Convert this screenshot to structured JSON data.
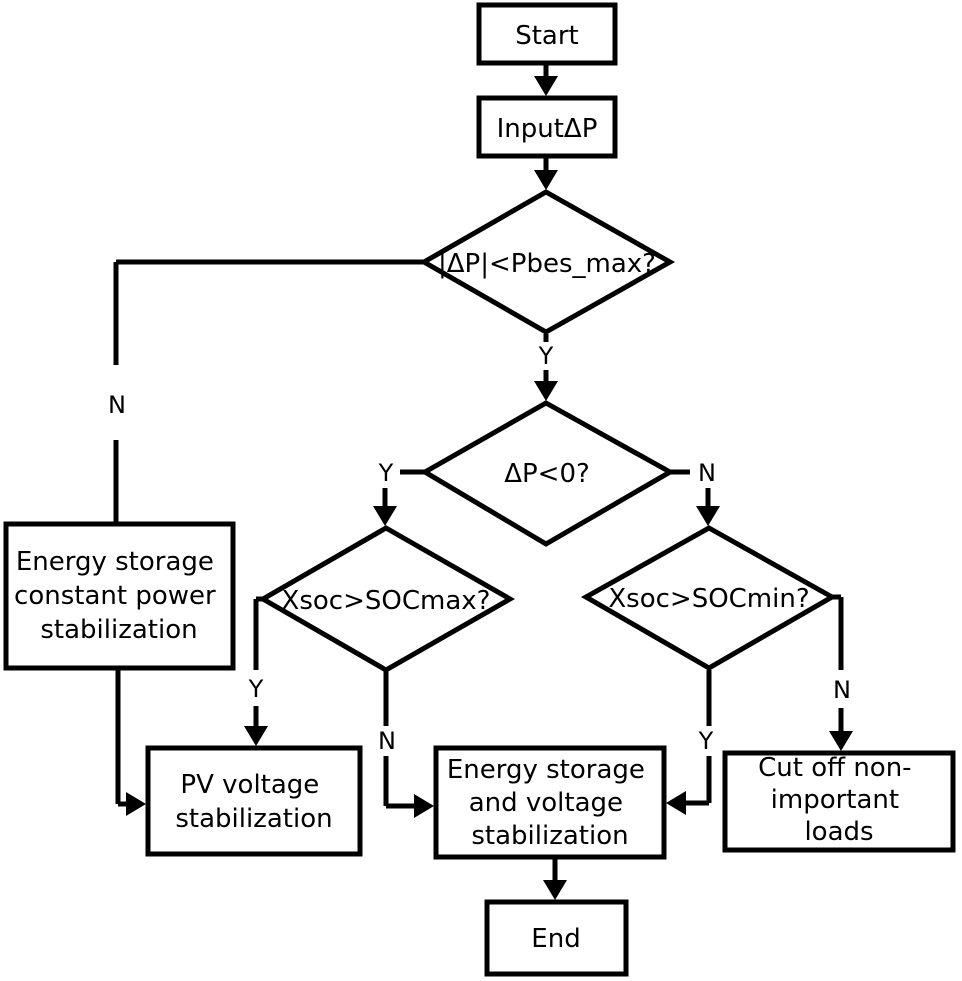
{
  "nodes": {
    "start": [
      "Start"
    ],
    "input": [
      "InputΔP"
    ],
    "check_pbes": [
      "|ΔP|<Pbes_max?"
    ],
    "check_dp": [
      "ΔP<0?"
    ],
    "check_socmax": [
      "Xsoc>SOCmax?"
    ],
    "check_socmin": [
      "Xsoc>SOCmin?"
    ],
    "es_constant": [
      "Energy storage",
      "constant power",
      "stabilization"
    ],
    "pv_voltage": [
      "PV voltage",
      "stabilization"
    ],
    "es_voltage": [
      "Energy storage",
      "and voltage",
      "stabilization"
    ],
    "cut_off": [
      "Cut off non-",
      "important",
      "loads"
    ],
    "end": [
      "End"
    ]
  },
  "edge_labels": {
    "pbes_yes": "Y",
    "pbes_no": "N",
    "dp_yes": "Y",
    "dp_no": "N",
    "socmax_yes": "Y",
    "socmax_no": "N",
    "socmin_yes": "Y",
    "socmin_no": "N"
  }
}
